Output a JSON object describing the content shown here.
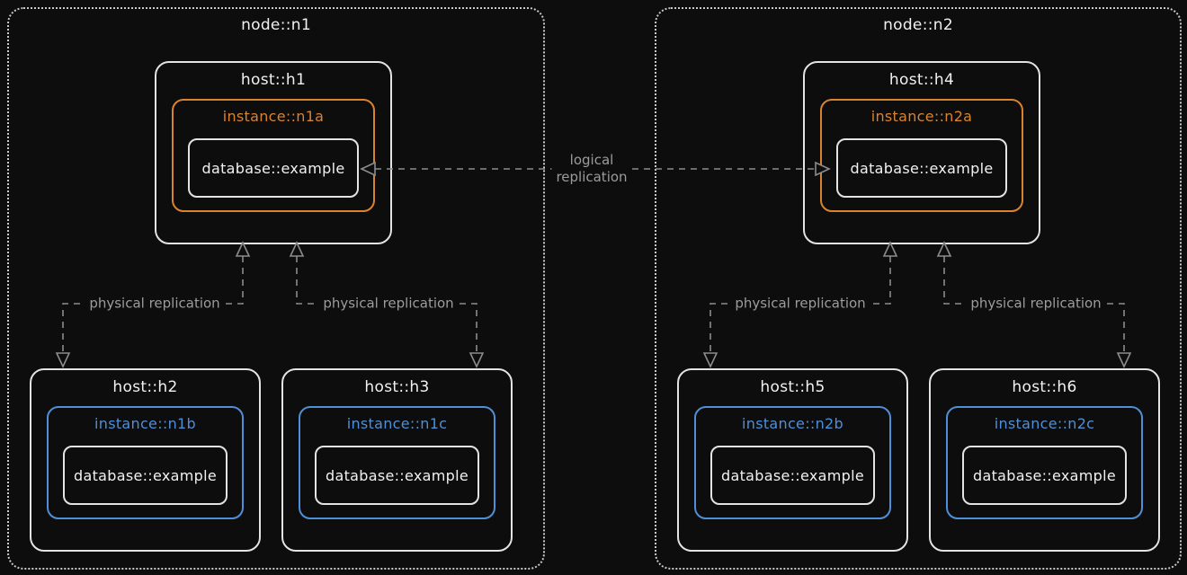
{
  "diagram": {
    "nodes": {
      "n1": {
        "label": "node::n1"
      },
      "n2": {
        "label": "node::n2"
      }
    },
    "hosts": {
      "h1": {
        "label": "host::h1",
        "instance_label": "instance::n1a",
        "database_label": "database::example"
      },
      "h2": {
        "label": "host::h2",
        "instance_label": "instance::n1b",
        "database_label": "database::example"
      },
      "h3": {
        "label": "host::h3",
        "instance_label": "instance::n1c",
        "database_label": "database::example"
      },
      "h4": {
        "label": "host::h4",
        "instance_label": "instance::n2a",
        "database_label": "database::example"
      },
      "h5": {
        "label": "host::h5",
        "instance_label": "instance::n2b",
        "database_label": "database::example"
      },
      "h6": {
        "label": "host::h6",
        "instance_label": "instance::n2c",
        "database_label": "database::example"
      }
    },
    "edges": {
      "logical": {
        "label_line1": "logical",
        "label_line2": "replication"
      },
      "physical_h1_h2": {
        "label": "physical replication"
      },
      "physical_h1_h3": {
        "label": "physical replication"
      },
      "physical_h4_h5": {
        "label": "physical replication"
      },
      "physical_h4_h6": {
        "label": "physical replication"
      }
    },
    "colors": {
      "background": "#0d0d0d",
      "node_border": "#c9c9c9",
      "box_border": "#e3e3e3",
      "primary_instance": "#d9832f",
      "replica_instance": "#4f8fd8",
      "edge": "#8c8c8c",
      "edge_label_text": "#9c9c9c",
      "text": "#f1f1f1"
    }
  }
}
